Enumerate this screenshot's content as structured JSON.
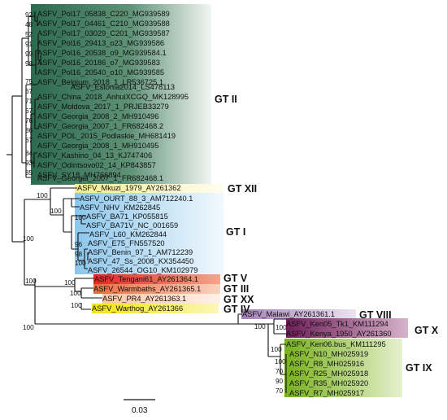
{
  "taxa": [
    "ASFV_Pol17_05838_C220_MG939589",
    "ASFV_Pol17_04461_C210_MG939588",
    "ASFV_Pol17_03029_C201_MG939587",
    "ASFV_Pol16_29413_o23_MG939586",
    "ASFV_Pol16_20538_o9_MG939584.1",
    "ASFV_Pol16_20186_o7_MG939583",
    "ASFV_Pol16_20540_o10_MG939585",
    "ASFV_Belgium_2018_1_LR536725.1",
    "ASFV_Estonia2014_LS478113",
    "ASFV_China_2018_AnhuiXCGQ_MK128995",
    "ASFV_Moldova_2017_1_PRJEB33279",
    "ASFV_Georgia_2008_2_MH910496",
    "ASFV_Georgia_2007_1_FR682468.2",
    "ASFV_POL_2015_Podlaskie_MH681419",
    "ASFV_Georgia_2008_1_MH910495",
    "ASFV_Kashino_04_13_KJ747406",
    "ASFV_Odintsovo02_14_KP843857",
    "ASFV_SY18_MH766894",
    "ASFV_Georgia_2007_1_FR682468.1",
    "ASFV_Mkuzi_1979_AY261362",
    "ASFV_OURT_88_3_AM712240.1",
    "ASFV_NHV_KM262845",
    "ASFV_BA71_KP055815",
    "ASFV_BA71V_NC_001659",
    "ASFV_L60_KM262844",
    "ASFV_E75_FN557520",
    "ASFV_Benin_97_1_AM712239",
    "ASFV_47_Ss_2008_KX354450",
    "ASFV_26544_OG10_KM102979",
    "ASFV_Tengani61_AY261364.1",
    "ASFV_Warmbaths_AY261365.1",
    "ASFV_PR4_AY261363.1",
    "ASFV_Warthog_AY261366",
    "ASFV_Malawi_AY261361.1",
    "ASFV_Ken05_Tk1_KM111294",
    "ASFV_Kenya_1950_AY261360",
    "ASFV_Ken06.bus_KM111295",
    "ASFV_N10_MH025919",
    "ASFV_R8_MH025916",
    "ASFV_R25_MH025918",
    "ASFV_R35_MH025920",
    "ASFV_R7_MH025917"
  ],
  "genotypes": [
    {
      "label": "GT II",
      "color": "#2f6b50"
    },
    {
      "label": "GT XII",
      "color": "#f7f0a8"
    },
    {
      "label": "GT I",
      "color": "#a9d4ef"
    },
    {
      "label": "GT V",
      "color": "#e8402a"
    },
    {
      "label": "GT III",
      "color": "#f0805a"
    },
    {
      "label": "GT XX",
      "color": "#fbd7bf"
    },
    {
      "label": "GT IV",
      "color": "#f4ee3a"
    },
    {
      "label": "GT VIII",
      "color": "#b79ac6"
    },
    {
      "label": "GT X",
      "color": "#7e2a68"
    },
    {
      "label": "GT IX",
      "color": "#8cbc2e"
    }
  ],
  "support": {
    "gt2": [
      "92",
      "48",
      "52",
      "91",
      "99",
      "98",
      "75",
      "67",
      "71",
      "67",
      "76",
      "86",
      "67",
      "84",
      "93",
      "85"
    ],
    "gt1": [
      "100",
      "100",
      "100",
      "96",
      "98",
      "100"
    ],
    "deep": [
      "100",
      "100",
      "100",
      "100",
      "100",
      "100",
      "100",
      "100"
    ],
    "gt9": [
      "100",
      "100",
      "70",
      "90",
      "70"
    ]
  },
  "scale_bar": {
    "label": "0.03",
    "length": 0.03
  }
}
